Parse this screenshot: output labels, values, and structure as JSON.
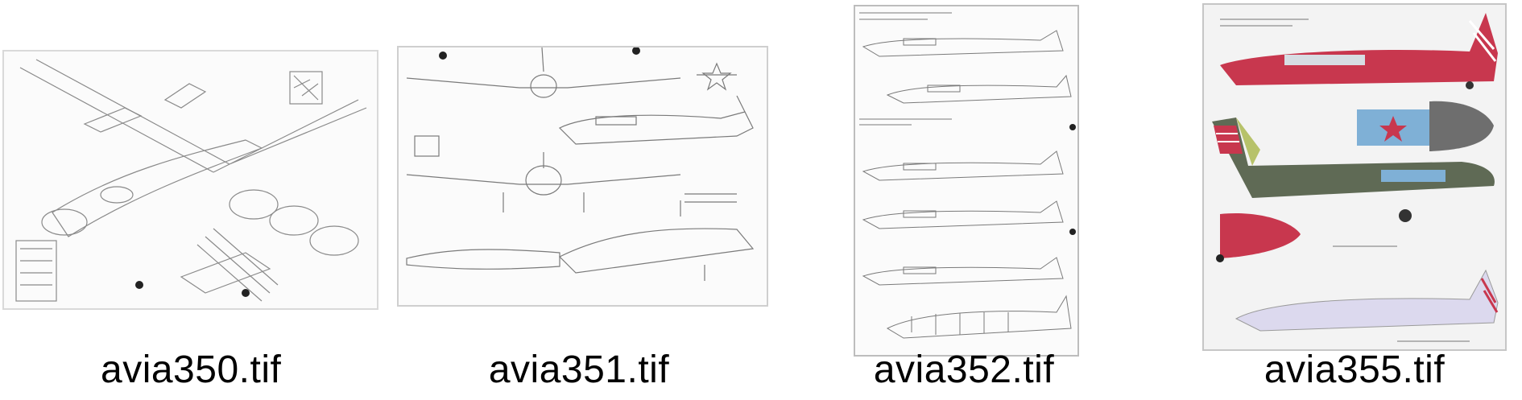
{
  "thumbnails": [
    {
      "filename": "avia350.tif",
      "icon": "aircraft-cutaway-drawing"
    },
    {
      "filename": "avia351.tif",
      "icon": "aircraft-three-view-drawing"
    },
    {
      "filename": "avia352.tif",
      "icon": "aircraft-profile-sheet"
    },
    {
      "filename": "avia355.tif",
      "icon": "aircraft-color-profile-sheet"
    }
  ],
  "colors": {
    "line": "#7a7a7a",
    "red": "#c8374e",
    "green": "#6b7a55",
    "blue": "#7fb0d6",
    "grey": "#6e6e6e"
  }
}
